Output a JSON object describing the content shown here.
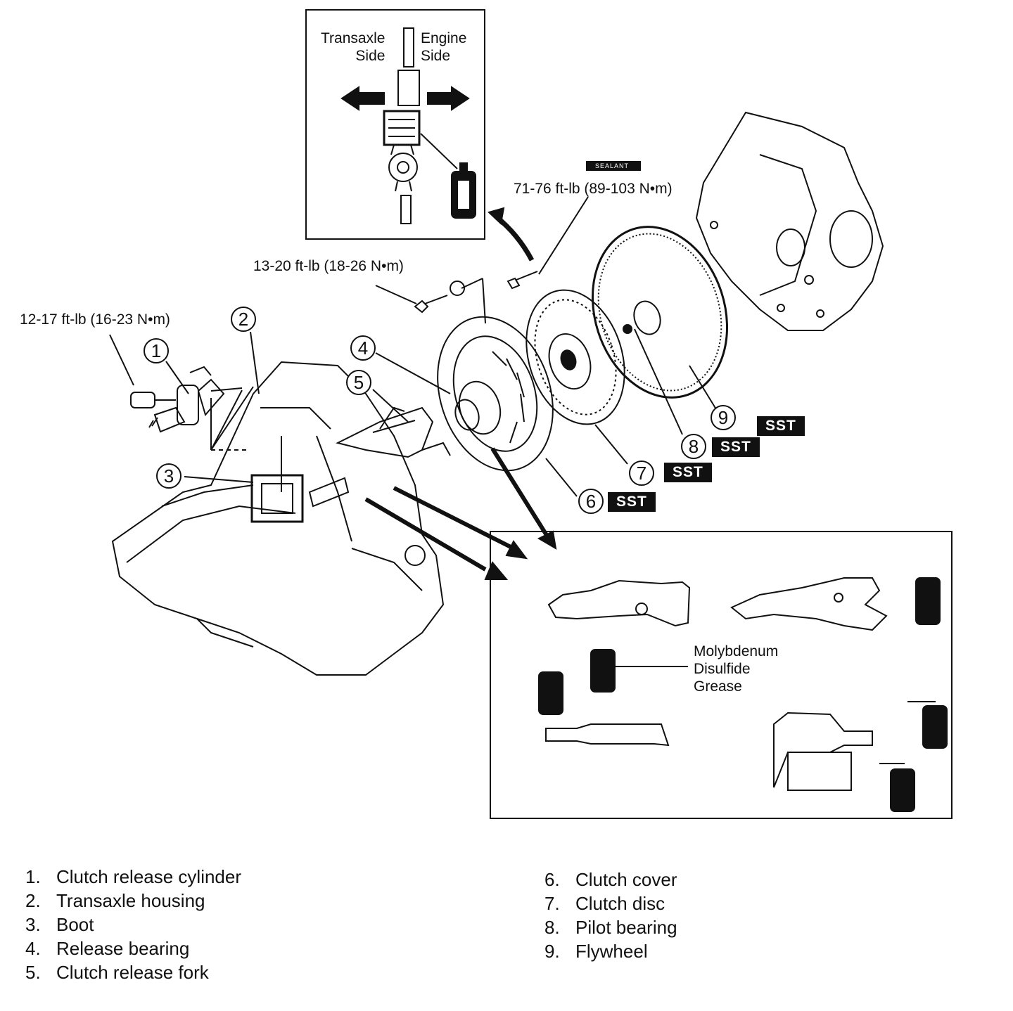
{
  "torque_specs": {
    "release_cylinder_bolt": "12-17 ft-lb (16-23 N•m)",
    "clutch_cover_bolt": "13-20 ft-lb (18-26 N•m)",
    "flywheel_bolt": "71-76 ft-lb (89-103 N•m)"
  },
  "callouts": [
    "1",
    "2",
    "3",
    "4",
    "5",
    "6",
    "7",
    "8",
    "9"
  ],
  "sst_label": "SST",
  "sealant_label": "SEALANT",
  "inset_top": {
    "left_side": "Transaxle\nSide",
    "right_side": "Engine\nSide"
  },
  "inset_bottom": {
    "grease_label": "Molybdenum\nDisulfide\nGrease"
  },
  "legend": [
    {
      "num": "1.",
      "label": "Clutch release cylinder"
    },
    {
      "num": "2.",
      "label": "Transaxle housing"
    },
    {
      "num": "3.",
      "label": "Boot"
    },
    {
      "num": "4.",
      "label": "Release bearing"
    },
    {
      "num": "5.",
      "label": "Clutch release fork"
    },
    {
      "num": "6.",
      "label": "Clutch cover"
    },
    {
      "num": "7.",
      "label": "Clutch disc"
    },
    {
      "num": "8.",
      "label": "Pilot bearing"
    },
    {
      "num": "9.",
      "label": "Flywheel"
    }
  ]
}
